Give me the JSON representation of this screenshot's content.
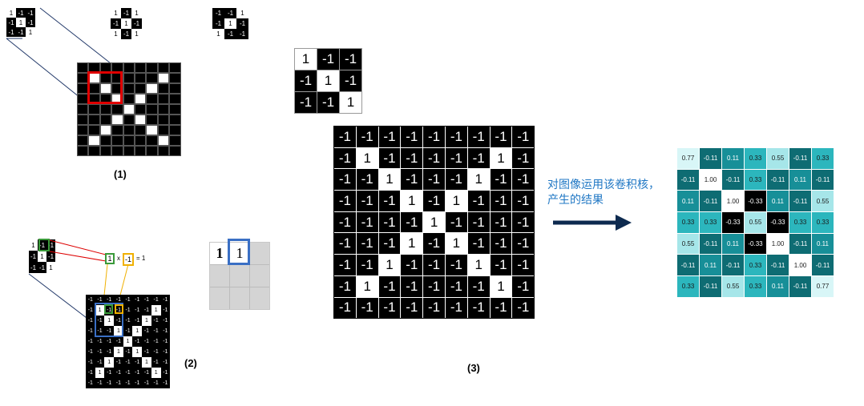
{
  "filters": {
    "f1": [
      [
        1,
        -1,
        -1
      ],
      [
        -1,
        1,
        -1
      ],
      [
        -1,
        -1,
        1
      ]
    ],
    "f2": [
      [
        1,
        -1,
        1
      ],
      [
        -1,
        1,
        -1
      ],
      [
        1,
        -1,
        1
      ]
    ],
    "f3": [
      [
        -1,
        -1,
        1
      ],
      [
        -1,
        1,
        -1
      ],
      [
        1,
        -1,
        -1
      ]
    ]
  },
  "panel1": {
    "caption": "(1)",
    "x_image": [
      [
        0,
        0,
        0,
        0,
        0,
        0,
        0,
        0,
        0
      ],
      [
        0,
        1,
        0,
        0,
        0,
        0,
        0,
        1,
        0
      ],
      [
        0,
        0,
        1,
        0,
        0,
        0,
        1,
        0,
        0
      ],
      [
        0,
        0,
        0,
        1,
        0,
        1,
        0,
        0,
        0
      ],
      [
        0,
        0,
        0,
        0,
        1,
        0,
        0,
        0,
        0
      ],
      [
        0,
        0,
        0,
        1,
        0,
        1,
        0,
        0,
        0
      ],
      [
        0,
        0,
        1,
        0,
        0,
        0,
        1,
        0,
        0
      ],
      [
        0,
        1,
        0,
        0,
        0,
        0,
        0,
        1,
        0
      ],
      [
        0,
        0,
        0,
        0,
        0,
        0,
        0,
        0,
        0
      ]
    ],
    "highlight_color": "#e00000"
  },
  "panel2": {
    "caption": "(2)",
    "products": [
      "1",
      "1",
      "-1",
      "-1"
    ],
    "operator": "x",
    "equals": "= 1",
    "result_value": "1",
    "result_first": "1",
    "colors": {
      "green": "#3a9a3a",
      "yellow": "#f0b000",
      "blue": "#3a6fc4",
      "red": "#dd0000"
    }
  },
  "panel3": {
    "caption": "(3)",
    "filter": [
      [
        1,
        -1,
        -1
      ],
      [
        -1,
        1,
        -1
      ],
      [
        -1,
        -1,
        1
      ]
    ],
    "image": [
      [
        -1,
        -1,
        -1,
        -1,
        -1,
        -1,
        -1,
        -1,
        -1
      ],
      [
        -1,
        1,
        -1,
        -1,
        -1,
        -1,
        -1,
        1,
        -1
      ],
      [
        -1,
        -1,
        1,
        -1,
        -1,
        -1,
        1,
        -1,
        -1
      ],
      [
        -1,
        -1,
        -1,
        1,
        -1,
        1,
        -1,
        -1,
        -1
      ],
      [
        -1,
        -1,
        -1,
        -1,
        1,
        -1,
        -1,
        -1,
        -1
      ],
      [
        -1,
        -1,
        -1,
        1,
        -1,
        1,
        -1,
        -1,
        -1
      ],
      [
        -1,
        -1,
        1,
        -1,
        -1,
        -1,
        1,
        -1,
        -1
      ],
      [
        -1,
        1,
        -1,
        -1,
        -1,
        -1,
        -1,
        1,
        -1
      ],
      [
        -1,
        -1,
        -1,
        -1,
        -1,
        -1,
        -1,
        -1,
        -1
      ]
    ]
  },
  "arrow": {
    "text_line1": "对图像运用该卷积核，",
    "text_line2": "产生的结果",
    "color": "#0d2a4f",
    "text_color": "#1f77c4"
  },
  "feature_map": {
    "values": [
      [
        "0.77",
        "-0.11",
        "0.11",
        "0.33",
        "0.55",
        "-0.11",
        "0.33"
      ],
      [
        "-0.11",
        "1.00",
        "-0.11",
        "0.33",
        "-0.11",
        "0.11",
        "-0.11"
      ],
      [
        "0.11",
        "-0.11",
        "1.00",
        "-0.33",
        "0.11",
        "-0.11",
        "0.55"
      ],
      [
        "0.33",
        "0.33",
        "-0.33",
        "0.55",
        "-0.33",
        "0.33",
        "0.33"
      ],
      [
        "0.55",
        "-0.11",
        "0.11",
        "-0.33",
        "1.00",
        "-0.11",
        "0.11"
      ],
      [
        "-0.11",
        "0.11",
        "-0.11",
        "0.33",
        "-0.11",
        "1.00",
        "-0.11"
      ],
      [
        "0.33",
        "-0.11",
        "0.55",
        "0.33",
        "0.11",
        "-0.11",
        "0.77"
      ]
    ]
  }
}
